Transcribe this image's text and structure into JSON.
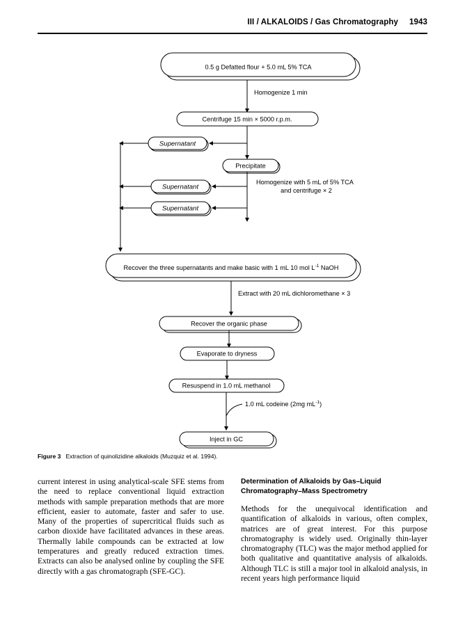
{
  "running_head": {
    "title": "III / ALKALOIDS / Gas Chromatography",
    "page_number": "1943"
  },
  "figure": {
    "caption_label": "Figure 3",
    "caption_text": "Extraction of quinolizidine alkaloids (Muzquiz et al. 1994).",
    "nodes": {
      "start": "0.5 g Defatted flour + 5.0 mL 5% TCA",
      "centrifuge": "Centrifuge 15 min × 5000 r.p.m.",
      "supernatant_1": "Supernatant",
      "supernatant_2": "Supernatant",
      "supernatant_3": "Supernatant",
      "precipitate": "Precipitate",
      "recover_basic_pre": "Recover the three supernatants and make basic with 1 mL 10 mol L",
      "recover_basic_sup": "-1",
      "recover_basic_post": " NaOH",
      "recover_organic": "Recover the organic phase",
      "evaporate": "Evaporate to dryness",
      "resuspend": "Resuspend in 1.0 mL methanol",
      "inject": "Inject in GC"
    },
    "annotations": {
      "homogenize_1min": "Homogenize 1 min",
      "homogenize_tca_line1": "Homogenize with 5 mL of 5% TCA",
      "homogenize_tca_line2": "and centrifuge × 2",
      "extract_dcm": "Extract with 20 mL dichloromethane × 3",
      "codeine_pre": "1.0 mL codeine (2mg mL",
      "codeine_sup": "-1",
      "codeine_post": ")"
    }
  },
  "body": {
    "left_column": {
      "paragraph": "current interest in using analytical-scale SFE stems from the need to replace conventional liquid extraction methods with sample preparation methods that are more efficient, easier to automate, faster and safer to use. Many of the properties of supercritical fluids such as carbon dioxide have facilitated advances in these areas. Thermally labile compounds can be extracted at low temperatures and greatly reduced extraction times. Extracts can also be analysed online by coupling the SFE directly with a gas chromatograph (SFE-GC)."
    },
    "right_column": {
      "heading_line1": "Determination of Alkaloids by Gas–Liquid",
      "heading_line2": "Chromatography–Mass Spectrometry",
      "paragraph": "Methods for the unequivocal identification and quantification of alkaloids in various, often complex, matrices are of great interest. For this purpose chromatography is widely used. Originally thin-layer chromatography (TLC) was the major method applied for both qualitative and quantitative analysis of alkaloids. Although TLC is still a major tool in alkaloid analysis, in recent years high performance liquid"
    }
  }
}
